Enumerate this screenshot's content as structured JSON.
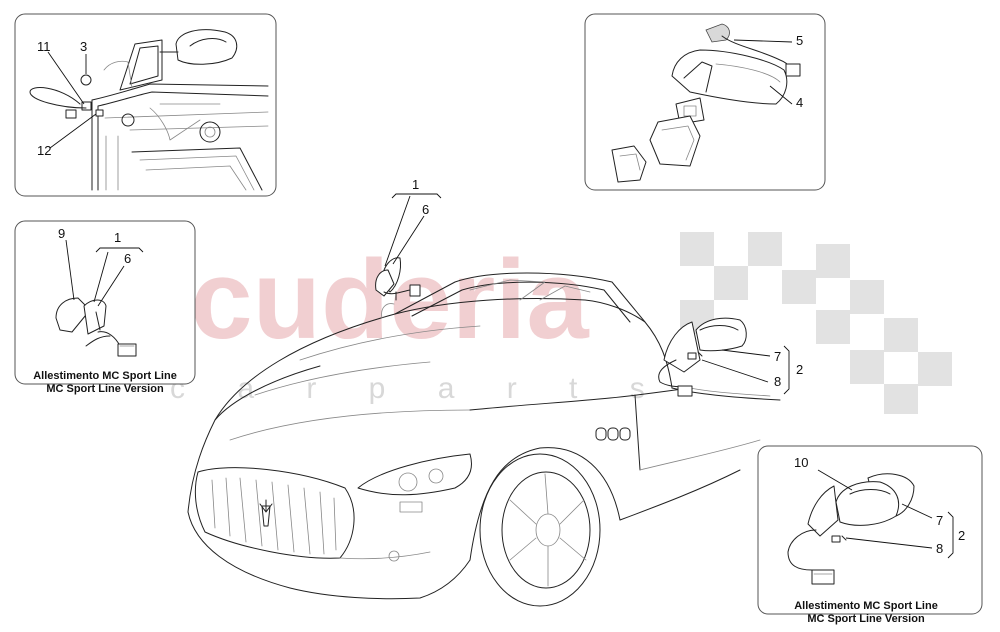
{
  "watermark": {
    "brand": "scuderia",
    "sub": "c a r p a r t s"
  },
  "callouts": {
    "n1": "1",
    "n1b": "1",
    "n2": "2",
    "n2b": "2",
    "n3": "3",
    "n4": "4",
    "n5": "5",
    "n6": "6",
    "n6b": "6",
    "n7": "7",
    "n7b": "7",
    "n8": "8",
    "n8b": "8",
    "n9": "9",
    "n10": "10",
    "n11": "11",
    "n12": "12"
  },
  "captions": {
    "left_line1": "Allestimento MC Sport Line",
    "left_line2": "MC Sport Line Version",
    "right_line1": "Allestimento MC Sport Line",
    "right_line2": "MC Sport Line Version"
  },
  "colors": {
    "watermark_red": "#e7a9ad",
    "line": "#222222",
    "box_border": "#555555"
  }
}
